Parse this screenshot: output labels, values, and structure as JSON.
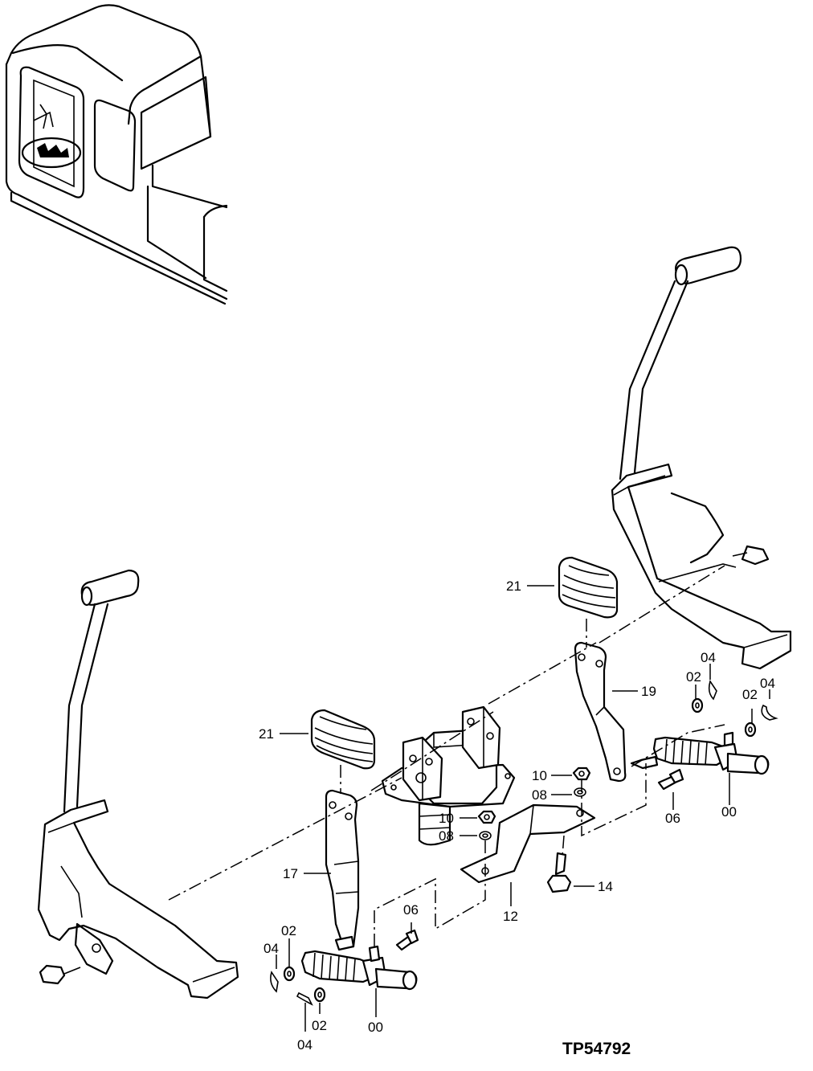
{
  "drawing_code": "TP54792",
  "callouts": {
    "c00_right": "00",
    "c00_left": "00",
    "c02_right_a": "02",
    "c02_right_b": "02",
    "c02_left_a": "02",
    "c02_left_b": "02",
    "c04_right_a": "04",
    "c04_right_b": "04",
    "c04_left_a": "04",
    "c04_left_b": "04",
    "c06_right": "06",
    "c06_left": "06",
    "c08_upper": "08",
    "c08_lower": "08",
    "c10_upper": "10",
    "c10_lower": "10",
    "c12": "12",
    "c14": "14",
    "c17": "17",
    "c19": "19",
    "c21_upper": "21",
    "c21_lower": "21"
  }
}
